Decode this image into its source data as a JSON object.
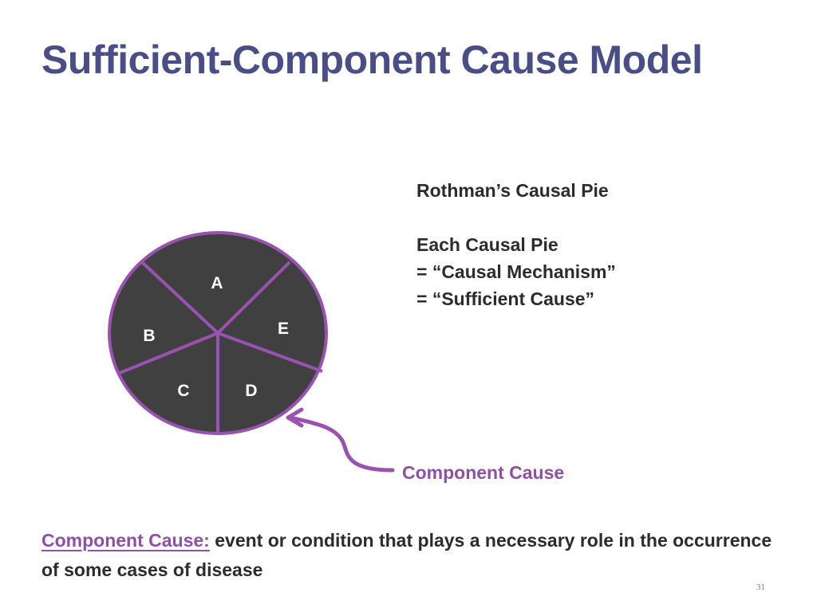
{
  "slide": {
    "title": "Sufficient-Component Cause Model",
    "page_number": "31"
  },
  "pie": {
    "fill_color": "#404040",
    "stroke_color": "#9a52b0",
    "segments": [
      {
        "label": "A"
      },
      {
        "label": "E"
      },
      {
        "label": "D"
      },
      {
        "label": "C"
      },
      {
        "label": "B"
      }
    ]
  },
  "pointer": {
    "label": "Component Cause",
    "color": "#9a52b0"
  },
  "info": {
    "heading": "Rothman’s Causal Pie",
    "line1": "Each Causal Pie",
    "line2": "= “Causal Mechanism”",
    "line3": "= “Sufficient Cause”"
  },
  "definition": {
    "term": "Component Cause:",
    "text": "event or condition that plays a necessary role in the occurrence of some cases of disease"
  }
}
